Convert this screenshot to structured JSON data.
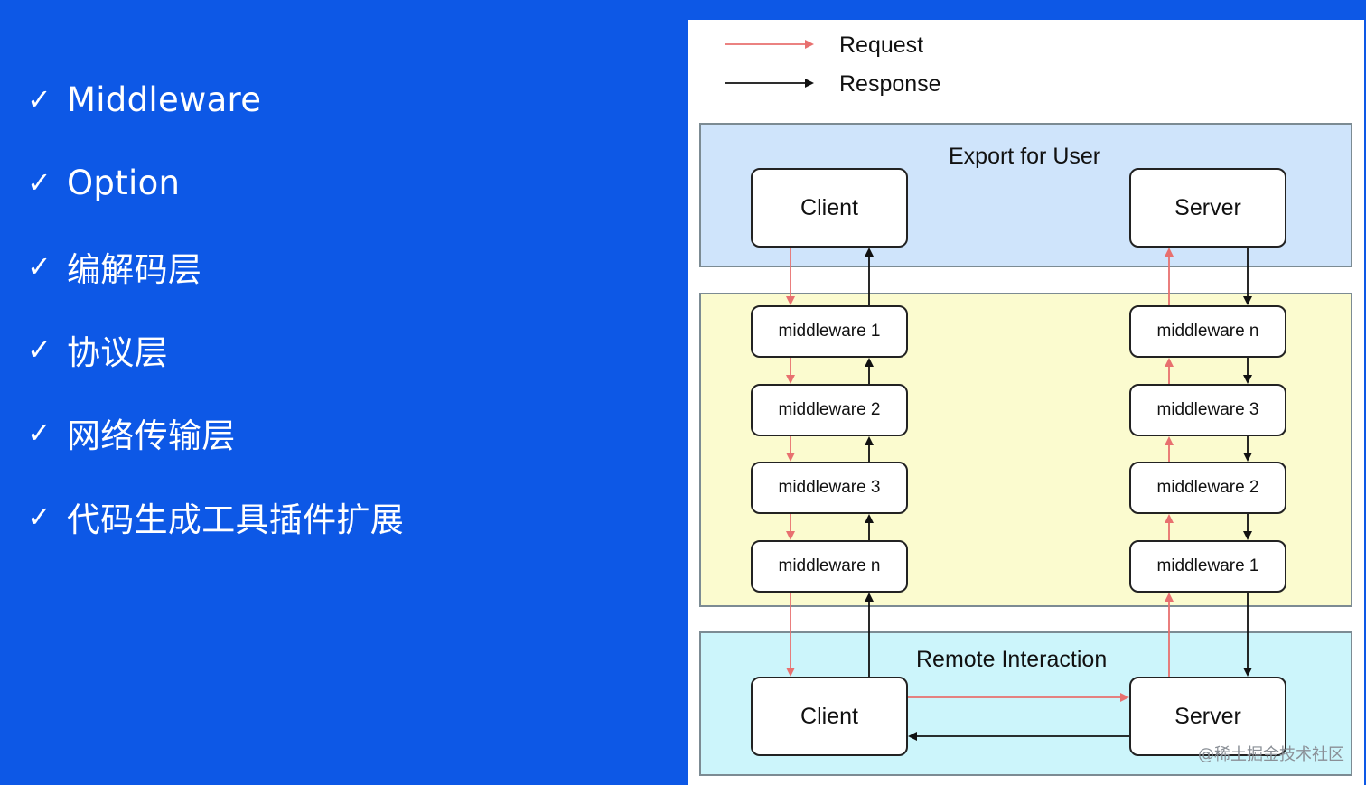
{
  "bullets": [
    {
      "check": "✓",
      "label": "Middleware"
    },
    {
      "check": "✓",
      "label": "Option"
    },
    {
      "check": "✓",
      "label": "编解码层"
    },
    {
      "check": "✓",
      "label": "协议层"
    },
    {
      "check": "✓",
      "label": "网络传输层"
    },
    {
      "check": "✓",
      "label": "代码生成工具插件扩展"
    }
  ],
  "diagram": {
    "legend": {
      "request": "Request",
      "response": "Response"
    },
    "regions": {
      "user": "Export for User",
      "remote": "Remote Interaction"
    },
    "user_client": "Client",
    "user_server": "Server",
    "client_middlewares": [
      "middleware 1",
      "middleware 2",
      "middleware 3",
      "middleware n"
    ],
    "server_middlewares": [
      "middleware n",
      "middleware 3",
      "middleware 2",
      "middleware 1"
    ],
    "remote_client": "Client",
    "remote_server": "Server"
  },
  "colors": {
    "request": "#e8706f",
    "response": "#111111",
    "background": "#0d58e6"
  },
  "watermark": "@稀土掘金技术社区"
}
